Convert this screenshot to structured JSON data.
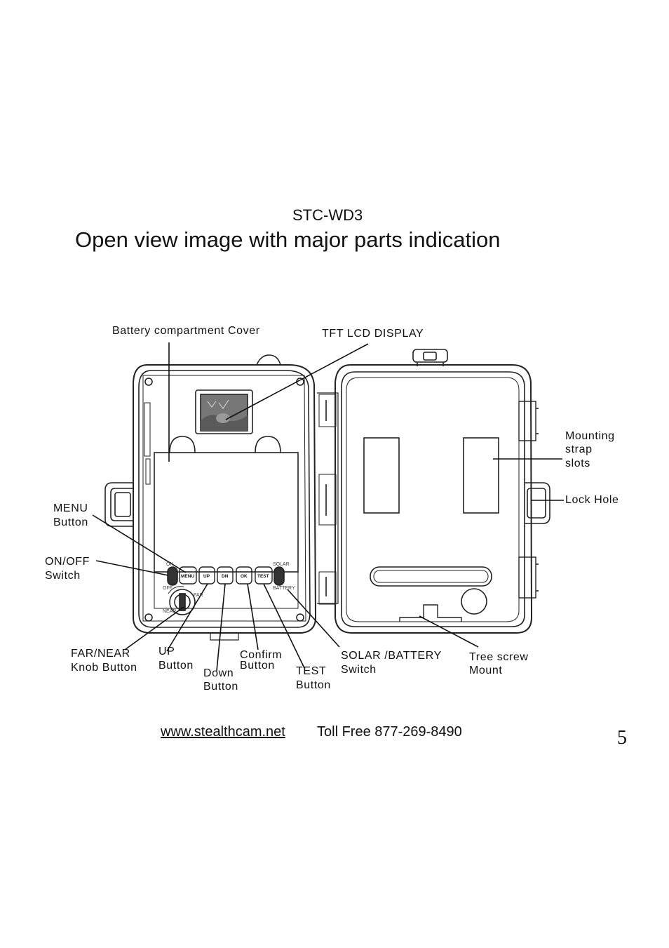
{
  "header": {
    "model": "STC-WD3",
    "title": "Open view image with major parts indication"
  },
  "diagram": {
    "labels": {
      "battery_cover": "Battery compartment Cover",
      "tft_display": "TFT  LCD DISPLAY",
      "mounting_strap_1": "Mounting",
      "mounting_strap_2": "strap",
      "mounting_strap_3": "slots",
      "lock_hole": "Lock Hole",
      "menu_1": "MENU",
      "menu_2": "Button",
      "onoff_1": "ON/OFF",
      "onoff_2": "Switch",
      "farnear_1": "FAR/NEAR",
      "farnear_2": "Knob Button",
      "up_1": "UP",
      "up_2": "Button",
      "down_1": "Down",
      "down_2": "Button",
      "confirm_1": "Confirm",
      "confirm_2": "Button",
      "test_1": "TEST",
      "test_2": "Button",
      "solar_1": "SOLAR /BATTERY",
      "solar_2": "Switch",
      "tree_1": "Tree screw",
      "tree_2": "Mount"
    },
    "panel_text": {
      "on": "ON",
      "off": "OFF",
      "solar": "SOLAR",
      "battery": "BATTERY",
      "far": "FAR",
      "near": "NEAR",
      "btn_menu": "MENU",
      "btn_up": "UP",
      "btn_dn": "DN",
      "btn_ok": "OK",
      "btn_test": "TEST"
    }
  },
  "footer": {
    "website": "www.stealthcam.net",
    "phone": "Toll Free 877-269-8490",
    "page_number": "5"
  }
}
